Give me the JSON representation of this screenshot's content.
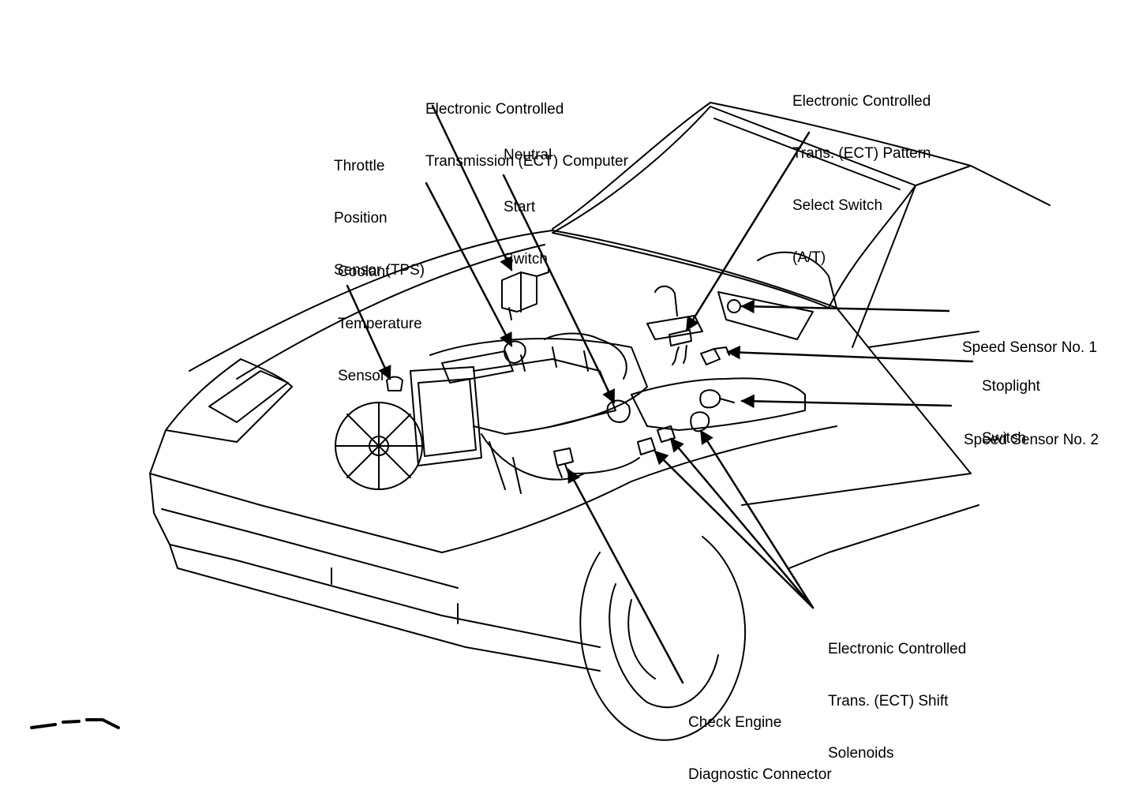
{
  "labels": {
    "ect_computer": [
      "Electronic Controlled",
      "Transmission (ECT) Computer"
    ],
    "ect_pattern_switch": [
      "Electronic Controlled",
      "Trans. (ECT) Pattern",
      "Select Switch",
      "(A/T)"
    ],
    "neutral_start_switch": [
      "Neutral",
      "Start",
      "Switch"
    ],
    "throttle_position_sensor": [
      "Throttle",
      "Position",
      "Sensor (TPS)"
    ],
    "coolant_temperature_sensor": [
      "Coolant",
      "Temperature",
      "Sensor"
    ],
    "speed_sensor_1": [
      "Speed Sensor No. 1"
    ],
    "stoplight_switch": [
      "Stoplight",
      "Switch"
    ],
    "speed_sensor_2": [
      "Speed Sensor No. 2"
    ],
    "ect_shift_solenoids": [
      "Electronic Controlled",
      "Trans. (ECT) Shift",
      "Solenoids"
    ],
    "check_engine_connector": [
      "Check Engine",
      "Diagnostic Connector"
    ]
  },
  "colors": {
    "ink": "#000000",
    "paper": "#ffffff"
  }
}
